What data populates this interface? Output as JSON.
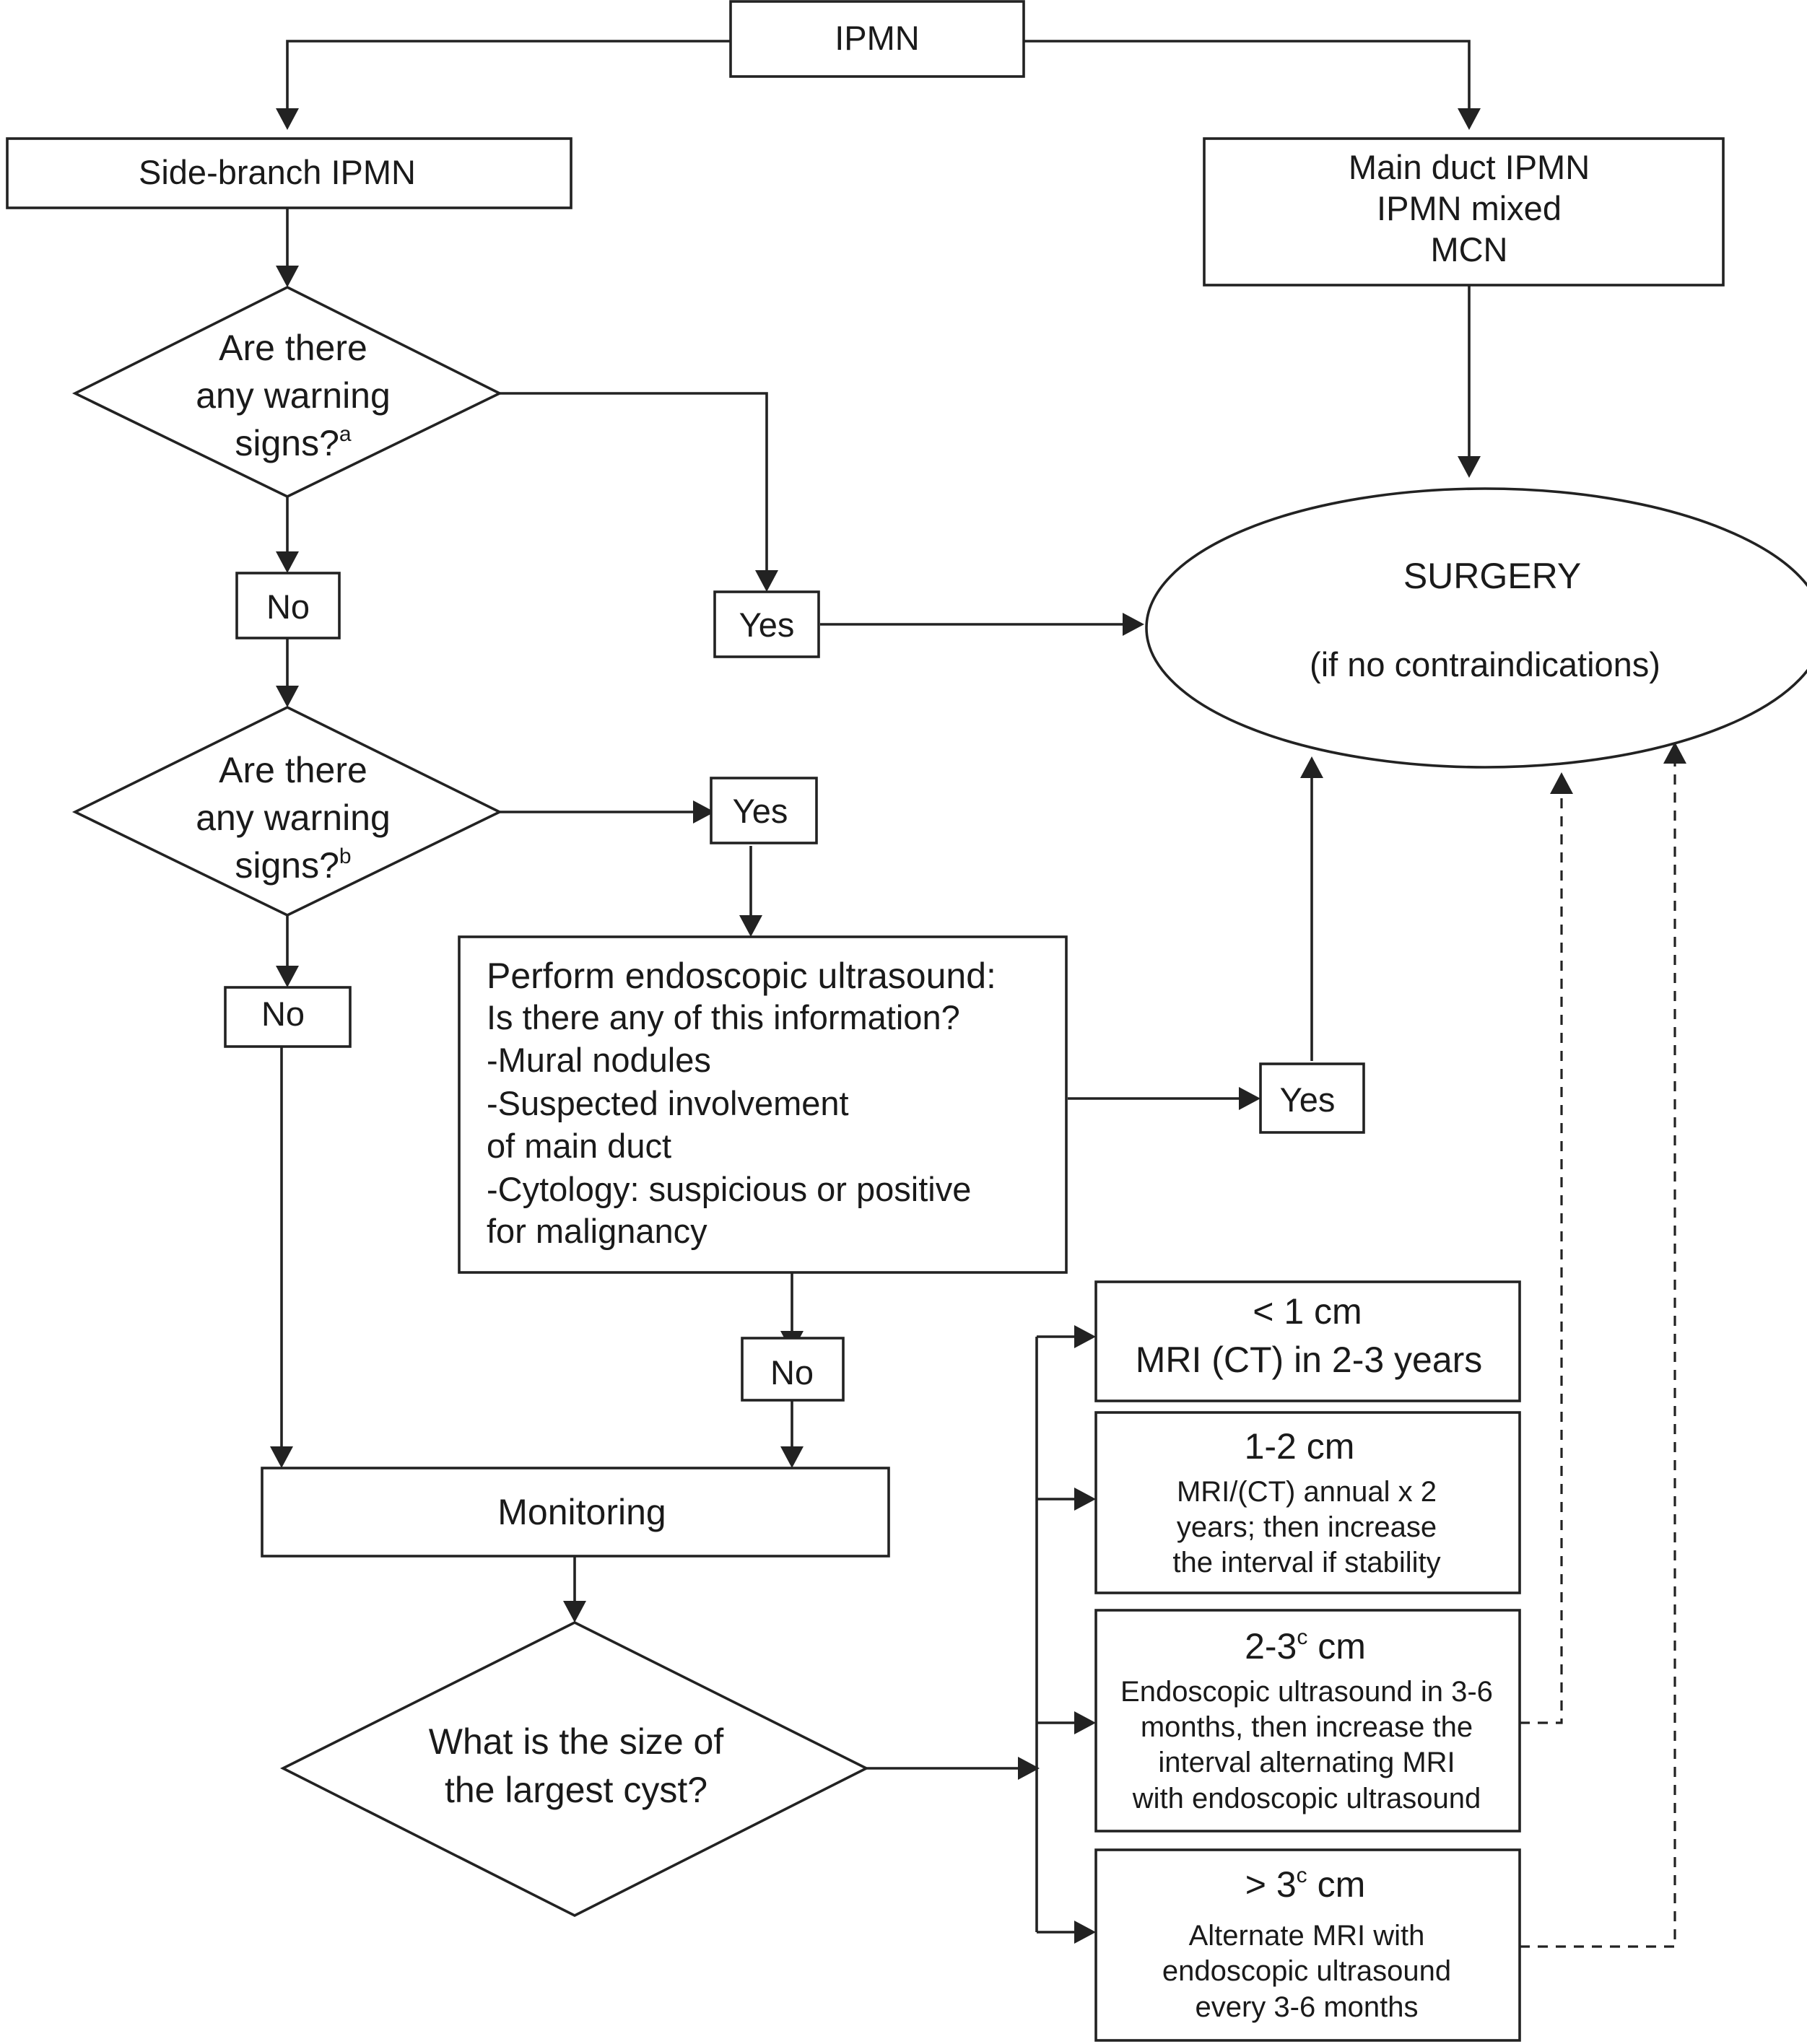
{
  "nodes": {
    "ipmn": "IPMN",
    "side_branch": "Side-branch IPMN",
    "main_duct": [
      "Main duct IPMN",
      "IPMN mixed",
      "MCN"
    ],
    "warning_a": {
      "lines": [
        "Are there",
        "any warning"
      ],
      "last": "signs?",
      "sup": "a"
    },
    "warning_b": {
      "lines": [
        "Are there",
        "any warning"
      ],
      "last": "signs?",
      "sup": "b"
    },
    "no_1": "No",
    "yes_1": "Yes",
    "yes_2": "Yes",
    "no_2": "No",
    "surgery": {
      "title": "SURGERY",
      "subtitle": "(if no contraindications)"
    },
    "eus": {
      "title": "Perform endoscopic ultrasound:",
      "lines": [
        "Is there any of this information?",
        "-Mural nodules",
        "-Suspected involvement",
        "of main duct",
        "-Cytology: suspicious or positive",
        "for malignancy"
      ]
    },
    "yes_3": "Yes",
    "no_3": "No",
    "monitoring": "Monitoring",
    "size_question": [
      "What is the size of",
      "the largest cyst?"
    ],
    "size_lt1": {
      "title": "< 1 cm",
      "lines": [
        "MRI (CT) in 2-3 years"
      ]
    },
    "size_1_2": {
      "title": "1-2 cm",
      "lines": [
        "MRI/(CT) annual x 2",
        "years; then increase",
        "the interval if stability"
      ]
    },
    "size_2_3": {
      "title_pre": "2-3",
      "sup": "c",
      "title_post": " cm",
      "lines": [
        "Endoscopic ultrasound in 3-6",
        "months, then increase the",
        "interval alternating MRI",
        "with endoscopic ultrasound"
      ]
    },
    "size_gt3": {
      "title_pre": "> 3",
      "sup": "c",
      "title_post": " cm",
      "lines": [
        "Alternate MRI with",
        "endoscopic ultrasound",
        "every 3-6 months"
      ]
    }
  }
}
